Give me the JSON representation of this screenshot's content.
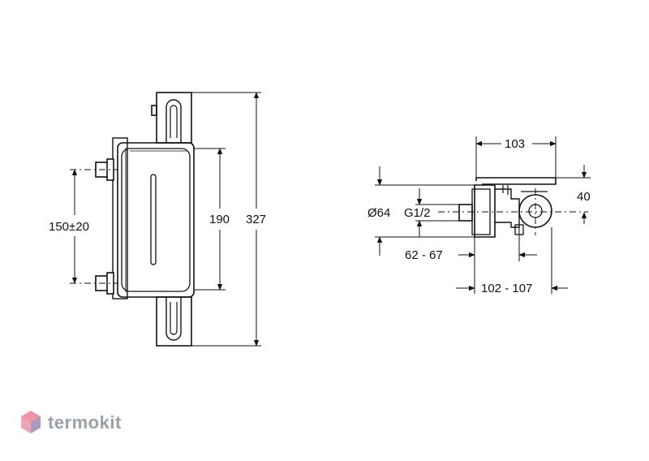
{
  "front_view": {
    "dim_spacing": "150±20",
    "dim_body_height": "190",
    "dim_total_height": "327"
  },
  "side_view": {
    "dim_depth": "103",
    "dim_top": "40",
    "dim_diameter": "Ø64",
    "dim_thread": "G1/2",
    "dim_range_1": "62 - 67",
    "dim_range_2": "102 - 107"
  },
  "watermark": {
    "brand": "termokit",
    "colors": {
      "text": "#9aa0a8",
      "accent": "#e05a73",
      "accent2": "#5a8fd8"
    }
  }
}
